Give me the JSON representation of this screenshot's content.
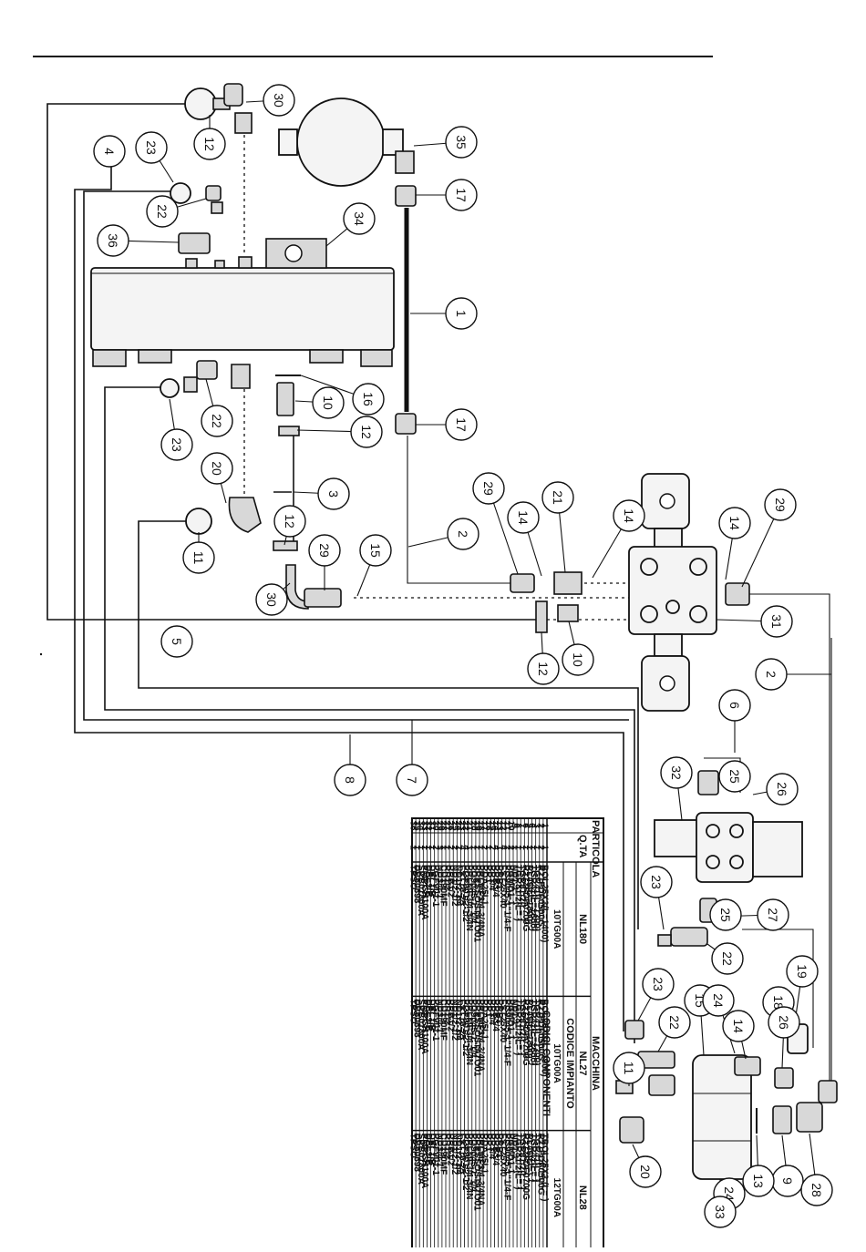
{
  "callouts": [
    "30",
    "35",
    "12",
    "17",
    "23",
    "4",
    "22",
    "36",
    "34",
    "1",
    "10",
    "16",
    "23",
    "22",
    "12",
    "3",
    "17",
    "2",
    "29",
    "14",
    "21",
    "14",
    "14",
    "29",
    "20",
    "11",
    "12",
    "29",
    "15",
    "30",
    "5",
    "12",
    "10",
    "31",
    "2",
    "6",
    "32",
    "25",
    "26",
    "8",
    "7",
    "23",
    "25",
    "27",
    "22",
    "19",
    "23",
    "18",
    "15",
    "22",
    "14",
    "24",
    "26",
    "11",
    "9",
    "13",
    "24",
    "33",
    "20",
    "28"
  ],
  "table": {
    "header_particola": "PARTICOLA",
    "header_qta": "Q.TA",
    "header_macchina": "MACCHINA",
    "header_codici": "CODICI COMPONENTI",
    "header_codice_impianto": "CODICE IMPIANTO",
    "machines": [
      "NL180",
      "NL27",
      "NL28"
    ],
    "impianti": [
      "10TG00A",
      "10TG00A",
      "12TG00A"
    ],
    "rows": [
      [
        "1",
        "1",
        "BOL25X3(L=1400)",
        "BOL25X3(L=1900)",
        "TBOL25X3 (L= )"
      ],
      [
        "2",
        "2",
        "R21FDF0500G",
        "R21FDF0500G",
        "R21FDF0500G"
      ],
      [
        "3",
        "1",
        "TGR41(L=1300)",
        "TGR41(L=1300)",
        "TGR41(L= )"
      ],
      [
        "4",
        "1",
        "TGR41(L=1600)",
        "TGR41(L=1600)",
        "TGR41(L= )"
      ],
      [
        "5",
        "1",
        "RL45(L=1800)",
        "RL45(L=1800)",
        "RL45(L= )"
      ],
      [
        "6",
        "1",
        "R212FDF0700G",
        "R212FDF0700G",
        "R212FDF0700G"
      ],
      [
        "7",
        "1",
        "TGR81/2(L= )",
        "TGR81/2(L= )",
        "TGR81/2(L= )"
      ],
      [
        "8",
        "1",
        "TGR81/2(L= )",
        "TGR81/2(L= )",
        "TGR81/2(L= )"
      ],
      [
        "9",
        "1",
        "ND1-1",
        "ND1-1",
        "ND1-1"
      ],
      [
        "10",
        "2",
        "PGMD1-1",
        "PGMD1-1",
        "PGMD1-1"
      ],
      [
        "11",
        "2",
        "PG9045-1\"1/4-F",
        "PG9045-1\"1/4-F",
        "PG9045-1\"1/4-F"
      ],
      [
        "12",
        "4",
        "FST25X40",
        "FST25X40",
        "FST25X40"
      ],
      [
        "13",
        "1",
        "RRB1",
        "RRB1",
        "RRB1"
      ],
      [
        "14",
        "4",
        "RRB3/4",
        "RRB3/4",
        "RRB3/4"
      ],
      [
        "15",
        "2",
        "RR3/4",
        "RR3/4",
        "RR3/4"
      ],
      [
        "16",
        "1",
        "RR1",
        "RR1",
        "RR1"
      ],
      [
        "17",
        "2",
        "RDA25L1",
        "RDA25L1",
        "RDA25L1"
      ],
      [
        "18",
        "1",
        "PRLMF3/4-3/4NA",
        "PRLMF3/4-3/4NA",
        "PRLMF3/4-3/4NA"
      ],
      [
        "19",
        "1",
        "PRESSOSTATO01",
        "PRESSOSTATO01",
        "PRESSOSTATO01"
      ],
      [
        "20",
        "1",
        "PG9045-1\"1/4",
        "PG9045-1\"1/4",
        "PG9045-1\"1/4"
      ],
      [
        "21",
        "1",
        "PRLMF3/4-3/4N",
        "PRLMF3/4-3/4N",
        "PRLMF3/4-3/4N"
      ],
      [
        "22",
        "4",
        "PGF901/2-1/2",
        "PGF901/2-1/2",
        "PGF901/2-1/2"
      ],
      [
        "23",
        "4",
        "FST15-25",
        "FST15-25",
        "FST15-25"
      ],
      [
        "24",
        "1",
        "ND1/2-3/4",
        "ND1/2-3/4",
        "ND1/2-3/4"
      ],
      [
        "25",
        "2",
        "ND1/2-1/2",
        "ND1/2-1/2",
        "ND1/2-1/2"
      ],
      [
        "26",
        "2",
        "RRB1/2",
        "RRB1/2",
        "RRB1/2"
      ],
      [
        "27",
        "1",
        "RR1/2",
        "RR1/2",
        "RR1/2"
      ],
      [
        "28",
        "1",
        "CU190MF",
        "CU190MF",
        "CU190MF"
      ],
      [
        "29",
        "3",
        "ND3/4-1",
        "ND3/4-1",
        "ND3/4-1"
      ],
      [
        "30",
        "2",
        "PGF901-1",
        "PGF901-1",
        "PGF901-1"
      ],
      [
        "31",
        "1",
        "DEL1/B",
        "DEL1/B",
        "DEL1/B"
      ],
      [
        "32",
        "1",
        "DEL2/B",
        "DEL2/B",
        "DEL2/B"
      ],
      [
        "33",
        "1",
        "PMPGH100A",
        "PMPGH100A",
        "PMPGH100A"
      ],
      [
        "34",
        "1",
        "SRB01800A",
        "SRB01800A",
        "SRB01800A"
      ],
      [
        "35",
        "1",
        "DB60698",
        "DB60698",
        "DB60698"
      ],
      [
        "36",
        "1",
        "TPSO",
        "TPSO",
        "TPSO"
      ]
    ]
  }
}
